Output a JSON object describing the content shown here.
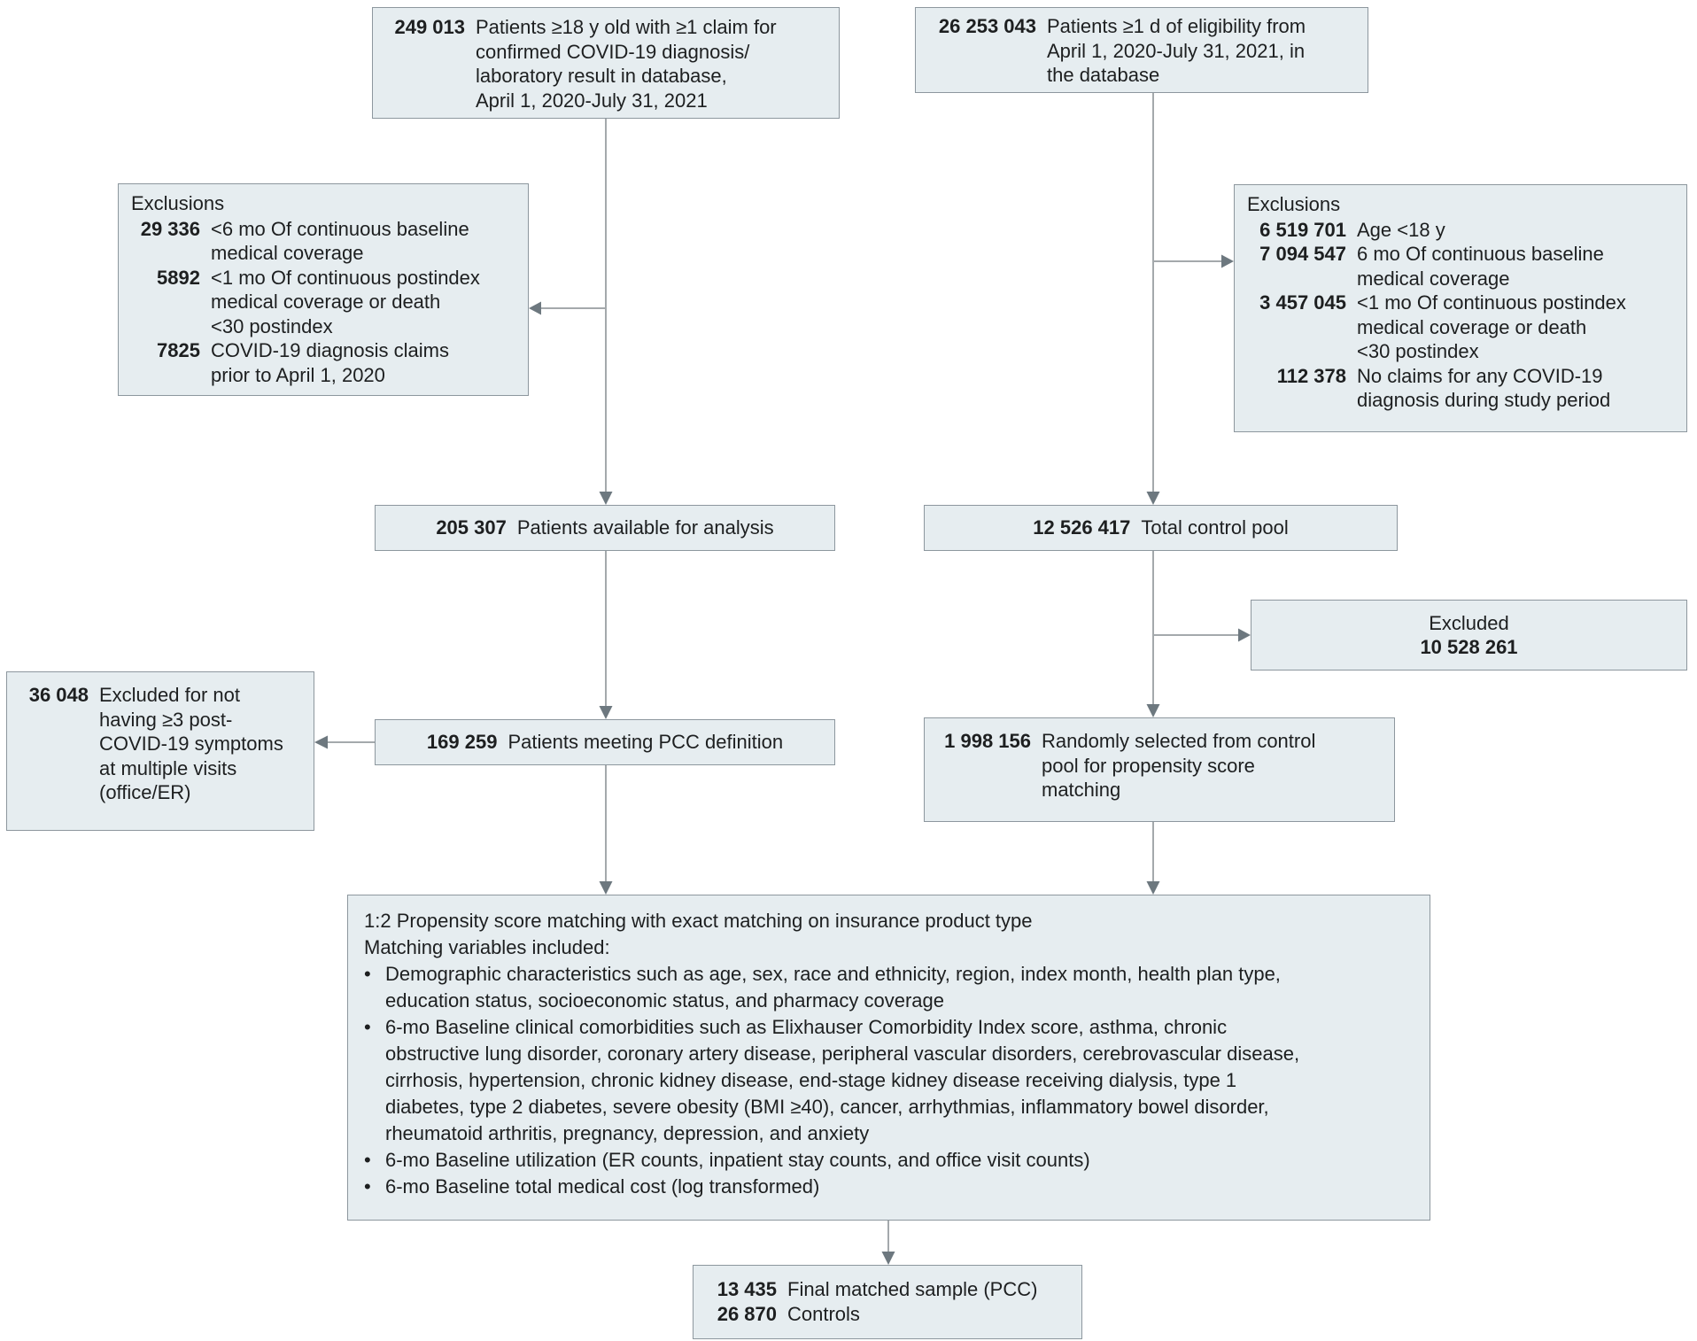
{
  "figure": "Study flow diagram",
  "colors": {
    "box_fill": "#e6edf0",
    "box_border": "#8d979e",
    "line": "#a4a9ac",
    "arrowhead": "#6d787f",
    "text": "#1d1f20"
  },
  "boxes": {
    "covid_claims": {
      "number": "249 013",
      "lines": [
        "Patients ≥18 y old with ≥1 claim for",
        "confirmed COVID-19 diagnosis/",
        "laboratory result in database,",
        "April 1, 2020-July 31, 2021"
      ]
    },
    "eligibility": {
      "number": "26 253 043",
      "lines": [
        "Patients ≥1 d of eligibility from",
        "April 1, 2020-July 31, 2021, in",
        "the database"
      ]
    },
    "exclusions_left": {
      "title": "Exclusions",
      "rows": [
        {
          "number": "29 336",
          "lines": [
            "<6 mo Of continuous baseline",
            "medical coverage"
          ]
        },
        {
          "number": "5892",
          "lines": [
            "<1 mo Of continuous postindex",
            "medical coverage or death",
            "<30 postindex"
          ]
        },
        {
          "number": "7825",
          "lines": [
            "COVID-19 diagnosis claims",
            "prior to April 1, 2020"
          ]
        }
      ]
    },
    "exclusions_right": {
      "title": "Exclusions",
      "rows": [
        {
          "number": "6 519 701",
          "lines": [
            "Age <18 y"
          ]
        },
        {
          "number": "7 094 547",
          "lines": [
            "6 mo Of continuous baseline",
            "medical coverage"
          ]
        },
        {
          "number": "3 457 045",
          "lines": [
            "<1 mo Of continuous postindex",
            "medical coverage or death",
            "<30 postindex"
          ]
        },
        {
          "number": "112 378",
          "lines": [
            "No claims for any COVID-19",
            "diagnosis during study period"
          ]
        }
      ]
    },
    "available": {
      "number": "205 307",
      "text": "Patients available for analysis"
    },
    "control_pool": {
      "number": "12 526 417",
      "text": "Total control pool"
    },
    "excluded_pool": {
      "label": "Excluded",
      "number": "10 528 261"
    },
    "excluded_symptoms": {
      "number": "36 048",
      "lines": [
        "Excluded for not",
        "having ≥3 post-",
        "COVID-19 symptoms",
        "at multiple visits",
        "(office/ER)"
      ]
    },
    "pcc_definition": {
      "number": "169 259",
      "text": "Patients meeting PCC definition"
    },
    "random_control": {
      "number": "1 998 156",
      "lines": [
        "Randomly selected from control",
        "pool for propensity score",
        "matching"
      ]
    },
    "matching": {
      "intro": [
        "1:2 Propensity score matching with exact matching on insurance product type",
        "Matching variables included:"
      ],
      "bullets": [
        {
          "lines": [
            "Demographic characteristics such as age, sex, race and ethnicity, region, index month, health plan type,",
            "education status, socioeconomic status, and pharmacy coverage"
          ]
        },
        {
          "lines": [
            "6-mo Baseline clinical comorbidities such as Elixhauser Comorbidity Index score, asthma, chronic",
            "obstructive lung disorder, coronary artery disease, peripheral vascular disorders, cerebrovascular disease,",
            "cirrhosis, hypertension, chronic kidney disease, end-stage kidney disease receiving dialysis, type 1",
            "diabetes, type 2 diabetes, severe obesity (BMI ≥40), cancer, arrhythmias, inflammatory bowel disorder,",
            "rheumatoid arthritis, pregnancy, depression, and anxiety"
          ]
        },
        {
          "lines": [
            "6-mo Baseline utilization (ER counts, inpatient stay counts, and office visit counts)"
          ]
        },
        {
          "lines": [
            "6-mo Baseline total medical cost (log transformed)"
          ]
        }
      ]
    },
    "final_sample": {
      "rows": [
        {
          "number": "13 435",
          "text": "Final matched sample (PCC)"
        },
        {
          "number": "26 870",
          "text": "Controls"
        }
      ]
    }
  }
}
